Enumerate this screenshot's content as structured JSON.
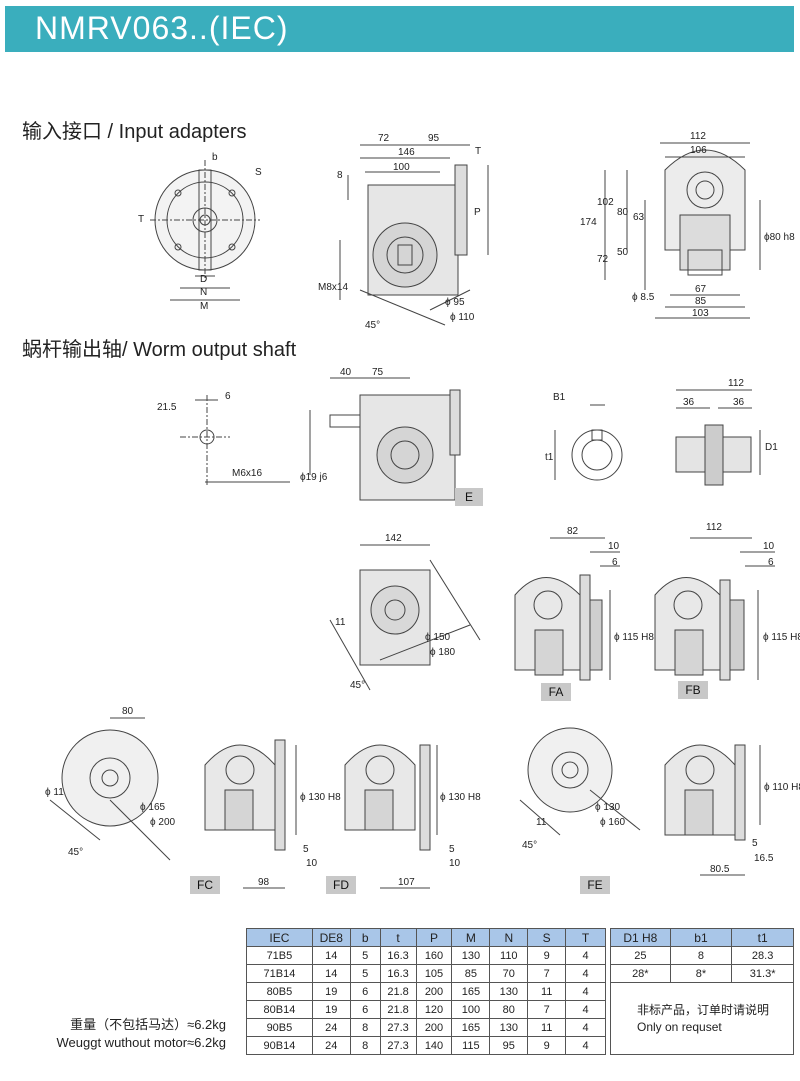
{
  "header": {
    "title": "NMRV063..(IEC)"
  },
  "sections": {
    "input": "输入接口 / Input adapters",
    "output": "蜗杆输出轴/ Worm output shaft"
  },
  "labels": {
    "input_front": {
      "b": "b",
      "S": "S",
      "T": "T",
      "D": "D",
      "N": "N",
      "M": "M"
    },
    "input_side": {
      "d72": "72",
      "d95": "95",
      "T": "T",
      "d146": "146",
      "d100": "100",
      "d8": "8",
      "P": "P",
      "M8x14": "M8x14",
      "phi95": "ϕ 95",
      "phi110": "ϕ 110",
      "a45": "45°"
    },
    "input_right": {
      "d112": "112",
      "d106": "106",
      "d174": "174",
      "d102": "102",
      "d80": "80",
      "d63": "63",
      "d72": "72",
      "d50": "50",
      "phi80h8": "ϕ80 h8",
      "phi85": "ϕ 8.5",
      "d67": "67",
      "d85": "85",
      "d103": "103"
    },
    "worm_shaft": {
      "d215": "21.5",
      "d6": "6",
      "m6x16": "M6x16"
    },
    "worm_e": {
      "d40": "40",
      "d75": "75",
      "phi19j6": "ϕ19 j6",
      "tag": "E"
    },
    "hollow": {
      "B1": "B1",
      "t1": "t1"
    },
    "through": {
      "d112": "112",
      "d36a": "36",
      "d36b": "36",
      "D1": "D1"
    },
    "flange142": {
      "d142": "142",
      "d11": "11",
      "phi150": "ϕ 150",
      "phi180": "ϕ 180",
      "a45": "45°"
    },
    "fa": {
      "d82": "82",
      "d10": "10",
      "d6": "6",
      "phi115": "ϕ 115 H8",
      "tag": "FA"
    },
    "fb": {
      "d112": "112",
      "d10": "10",
      "d6": "6",
      "phi115": "ϕ 115 H8",
      "tag": "FB"
    },
    "fc": {
      "d80": "80",
      "phi11": "ϕ 11",
      "phi165": "ϕ 165",
      "phi200": "ϕ 200",
      "a45": "45°",
      "tag": "FC",
      "d98": "98"
    },
    "fc_side": {
      "phi130": "ϕ 130 H8",
      "d5": "5",
      "d10": "10"
    },
    "fd": {
      "phi130": "ϕ 130 H8",
      "d5": "5",
      "d10": "10",
      "d107": "107",
      "tag": "FD"
    },
    "fe": {
      "d11": "11",
      "phi130": "ϕ 130",
      "phi160": "ϕ 160",
      "a45": "45°",
      "tag": "FE"
    },
    "fe_side": {
      "phi110": "ϕ 110 H8",
      "d5": "5",
      "d165": "16.5",
      "d805": "80.5"
    }
  },
  "weight": {
    "cn": "重量（不包括马达）≈6.2kg",
    "en": "Weuggt wuthout motor≈6.2kg"
  },
  "table1": {
    "headers": [
      "IEC",
      "DE8",
      "b",
      "t",
      "P",
      "M",
      "N",
      "S",
      "T"
    ],
    "rows": [
      [
        "71B5",
        "14",
        "5",
        "16.3",
        "160",
        "130",
        "110",
        "9",
        "4"
      ],
      [
        "71B14",
        "14",
        "5",
        "16.3",
        "105",
        "85",
        "70",
        "7",
        "4"
      ],
      [
        "80B5",
        "19",
        "6",
        "21.8",
        "200",
        "165",
        "130",
        "11",
        "4"
      ],
      [
        "80B14",
        "19",
        "6",
        "21.8",
        "120",
        "100",
        "80",
        "7",
        "4"
      ],
      [
        "90B5",
        "24",
        "8",
        "27.3",
        "200",
        "165",
        "130",
        "11",
        "4"
      ],
      [
        "90B14",
        "24",
        "8",
        "27.3",
        "140",
        "115",
        "95",
        "9",
        "4"
      ]
    ]
  },
  "table2": {
    "headers": [
      "D1 H8",
      "b1",
      "t1"
    ],
    "rows": [
      [
        "25",
        "8",
        "28.3"
      ],
      [
        "28*",
        "8*",
        "31.3*"
      ]
    ],
    "note_cn": "非标产品，订单时请说明",
    "note_en": "Only on requset"
  }
}
